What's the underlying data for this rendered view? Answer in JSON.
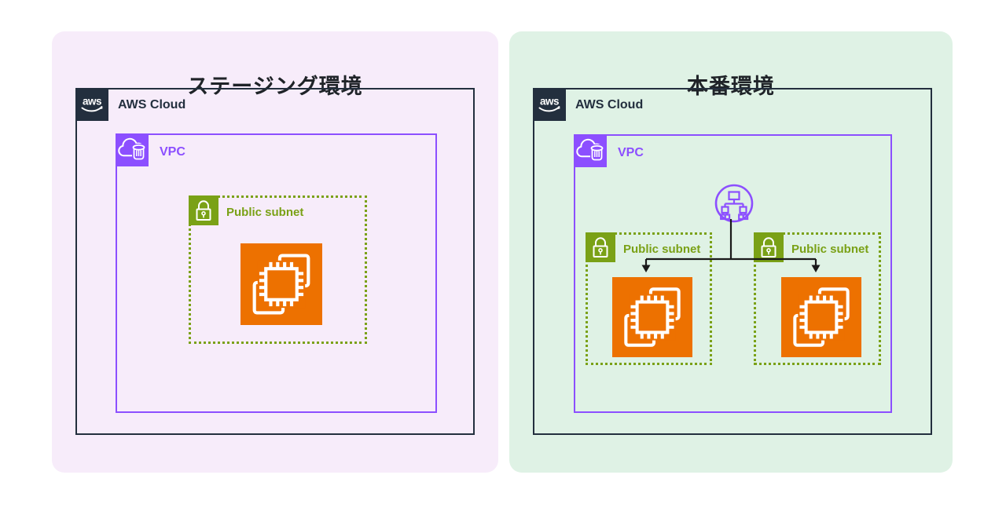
{
  "palette": {
    "page_bg": "#FFFFFF",
    "staging_bg": "#F7ECFA",
    "production_bg": "#DFF2E5",
    "aws_dark": "#232F3E",
    "vpc_purple": "#8C4FFF",
    "subnet_green": "#7AA116",
    "ec2_orange": "#ED7100",
    "connector_black": "#1A1A1A",
    "title_text": "#1F2328"
  },
  "icons": {
    "aws_logo": "aws-smile-logo",
    "vpc": "cloud-gateway-icon",
    "subnet": "lock-icon",
    "ec2": "ec2-instances-chip-icon",
    "router": "network-tree-icon"
  },
  "environments": {
    "staging": {
      "title": "ステージング環境",
      "aws_logo_text": "aws",
      "aws_cloud_label": "AWS Cloud",
      "vpc_label": "VPC",
      "subnet_label": "Public subnet",
      "ec2_count": 1
    },
    "production": {
      "title": "本番環境",
      "aws_logo_text": "aws",
      "aws_cloud_label": "AWS Cloud",
      "vpc_label": "VPC",
      "subnets": [
        {
          "label": "Public subnet"
        },
        {
          "label": "Public subnet"
        }
      ],
      "ec2_count": 2,
      "connections": [
        {
          "from": "router",
          "to": "ec2-instance-1"
        },
        {
          "from": "router",
          "to": "ec2-instance-2"
        }
      ]
    }
  }
}
